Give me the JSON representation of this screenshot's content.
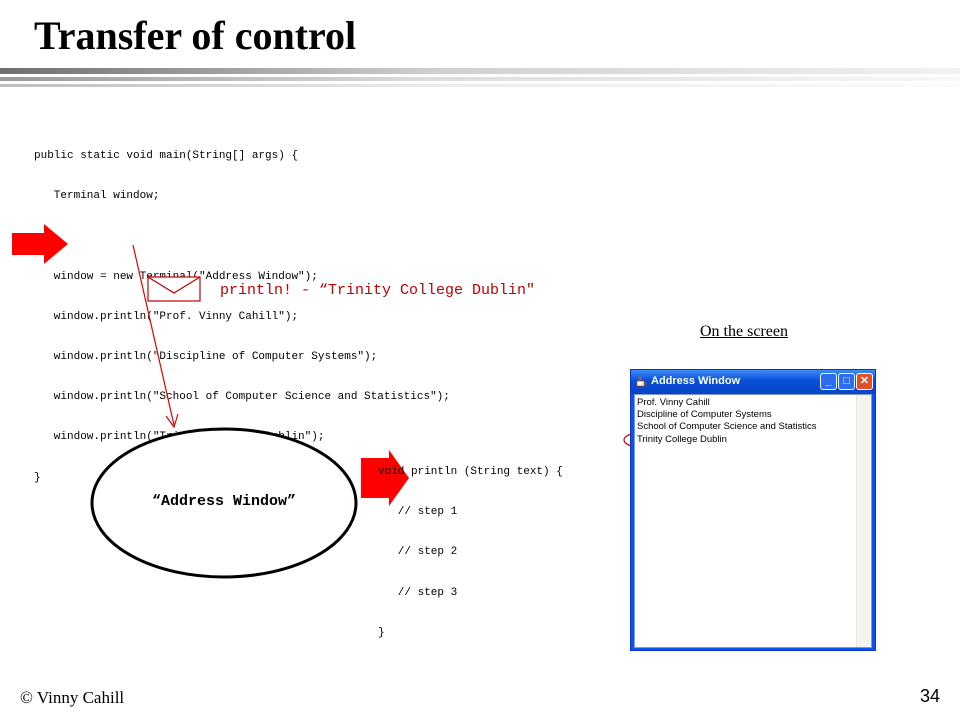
{
  "slide": {
    "title": "Transfer of control",
    "footer_author": "© Vinny Cahill",
    "page_number": "34"
  },
  "main_code": [
    "public static void main(String[] args) {",
    "   Terminal window;",
    "",
    "   window = new Terminal(\"Address Window\");",
    "   window.println(\"Prof. Vinny Cahill\");",
    "   window.println(\"Discipline of Computer Systems\");",
    "   window.println(\"School of Computer Science and Statistics\");",
    "   window.println(\"Trinity College Dublin\");",
    "}"
  ],
  "message": "println! - “Trinity College Dublin\"",
  "object_label": "“Address Window”",
  "method_code": [
    "void println (String text) {",
    "   // step 1",
    "   // step 2",
    "   // step 3",
    "}"
  ],
  "screen_label": "On the screen",
  "window": {
    "title": "Address Window",
    "lines": [
      "Prof. Vinny Cahill",
      "Discipline of Computer Systems",
      "School of Computer Science and Statistics",
      "Trinity College Dublin"
    ],
    "minimize_glyph": "_",
    "maximize_glyph": "□",
    "close_glyph": "✕"
  },
  "colors": {
    "arrow": "#ff0000",
    "highlight_text": "#c00000",
    "titlebar": "#0a55e6"
  }
}
